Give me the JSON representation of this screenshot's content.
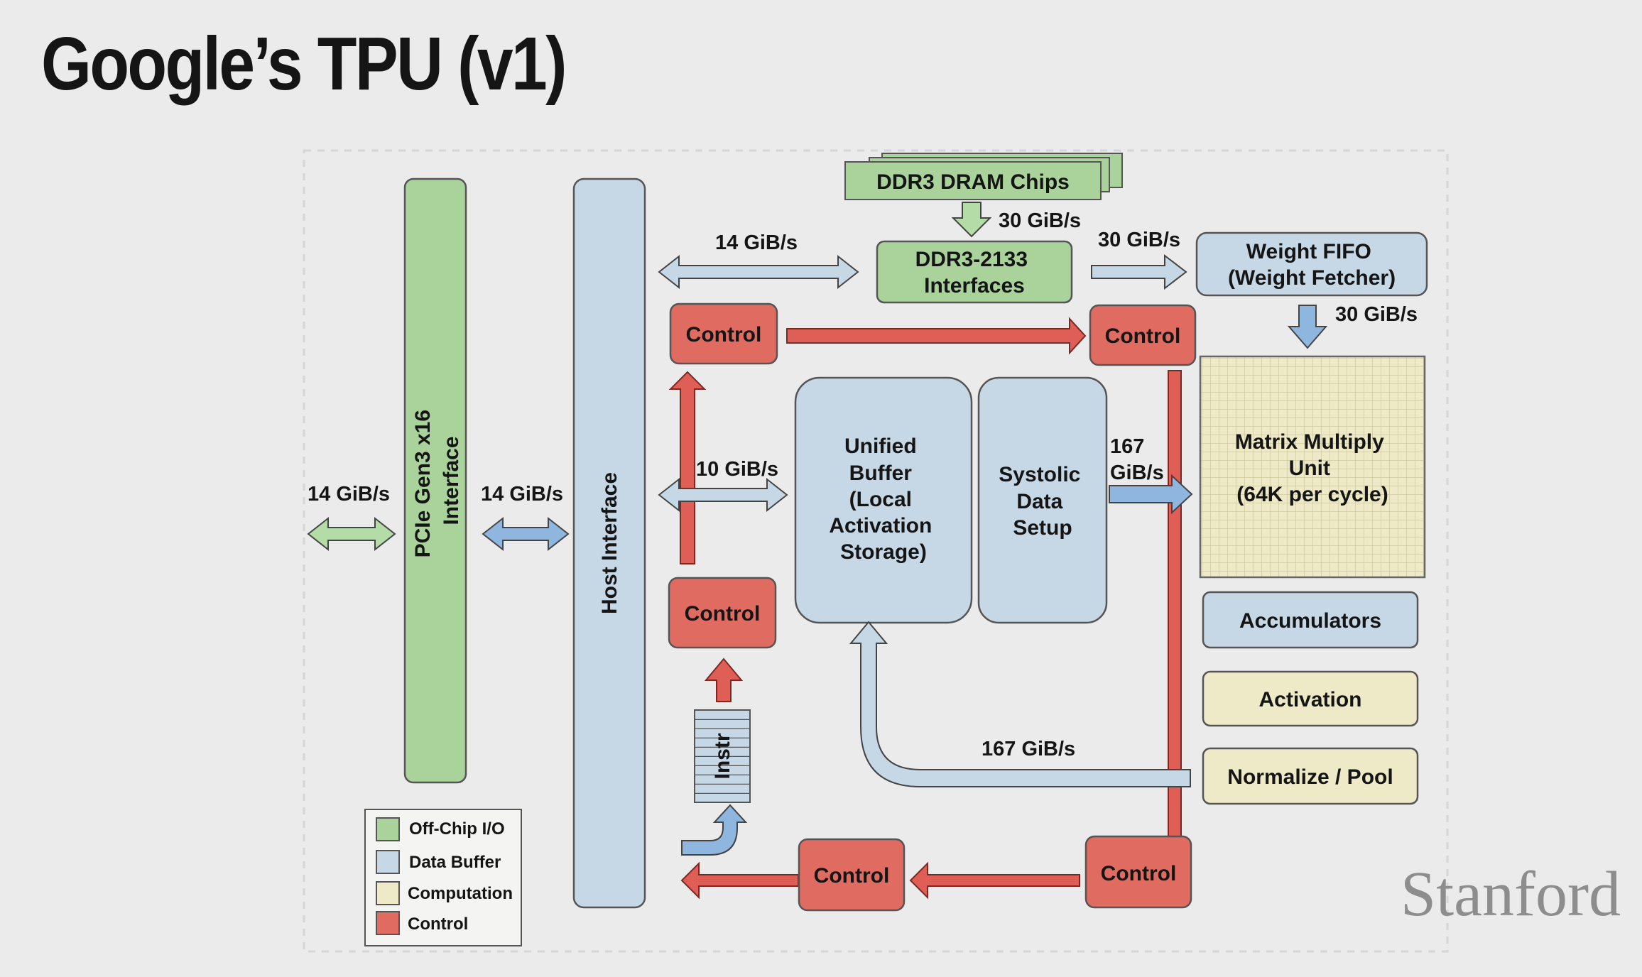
{
  "title": "Google’s TPU (v1)",
  "logo_text": "Stanford",
  "colors": {
    "background": "#eaebea",
    "offchip_io": "#a9d39b",
    "data_buffer": "#c6d8e6",
    "computation": "#eeeac8",
    "control": "#df6b61",
    "arrow_blue": "#a8c8e6",
    "arrow_green": "#b3dca6",
    "arrow_red": "#df5e55"
  },
  "blocks": {
    "pcie": "PCIe Gen3 x16\nInterface",
    "host": "Host Interface",
    "ddr3_chips": "DDR3 DRAM Chips",
    "ddr3_iface": "DDR3-2133\nInterfaces",
    "weight_fifo": "Weight FIFO\n(Weight Fetcher)",
    "control": "Control",
    "unified_buffer": "Unified\nBuffer\n(Local\nActivation\nStorage)",
    "systolic": "Systolic\nData\nSetup",
    "mmu": "Matrix Multiply\nUnit\n(64K per cycle)",
    "accumulators": "Accumulators",
    "activation": "Activation",
    "normalize": "Normalize / Pool",
    "instr": "Instr"
  },
  "bandwidths": {
    "offchip": "14 GiB/s",
    "pcie_host": "14 GiB/s",
    "host_ddr": "14 GiB/s",
    "chips_iface": "30 GiB/s",
    "iface_fifo": "30 GiB/s",
    "fifo_mmu": "30 GiB/s",
    "host_ub": "10 GiB/s",
    "systolic_mmu": "167\nGiB/s",
    "return_ub": "167 GiB/s"
  },
  "legend": [
    {
      "label": "Off-Chip I/O",
      "color": "#a9d39b"
    },
    {
      "label": "Data Buffer",
      "color": "#c6d8e6"
    },
    {
      "label": "Computation",
      "color": "#eeeac8"
    },
    {
      "label": "Control",
      "color": "#df6b61"
    }
  ]
}
